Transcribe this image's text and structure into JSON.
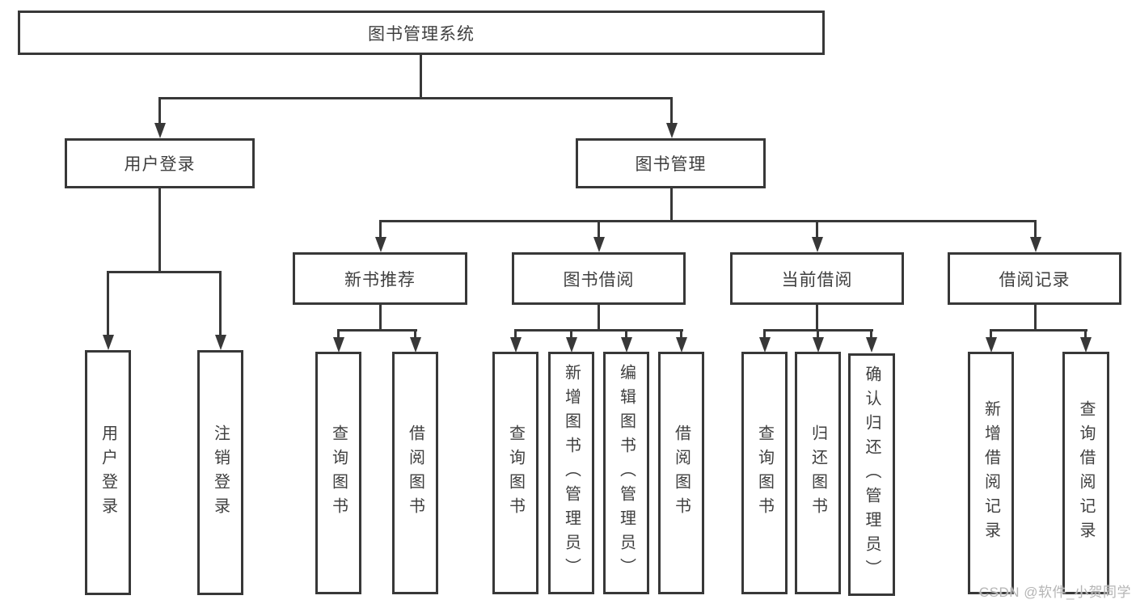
{
  "diagram": {
    "root": "图书管理系统",
    "level2": {
      "user_login": "用户登录",
      "book_mgmt": "图书管理"
    },
    "level3": {
      "new_books": "新书推荐",
      "borrowing": "图书借阅",
      "current": "当前借阅",
      "records": "借阅记录"
    },
    "leaves": {
      "user_login": [
        "用户登录",
        "注销登录"
      ],
      "new_books": [
        "查询图书",
        "借阅图书"
      ],
      "borrowing": [
        "查询图书",
        "新增图书（管理员）",
        "编辑图书（管理员）",
        "借阅图书"
      ],
      "current": [
        "查询图书",
        "归还图书",
        "确认归还（管理员）"
      ],
      "records": [
        "新增借阅记录",
        "查询借阅记录"
      ]
    }
  },
  "watermark": "CSDN @软件_小贺同学",
  "colors": {
    "line": "#383838",
    "text": "#3f3f3f",
    "watermark": "#b5b5b5",
    "background": "#ffffff"
  }
}
